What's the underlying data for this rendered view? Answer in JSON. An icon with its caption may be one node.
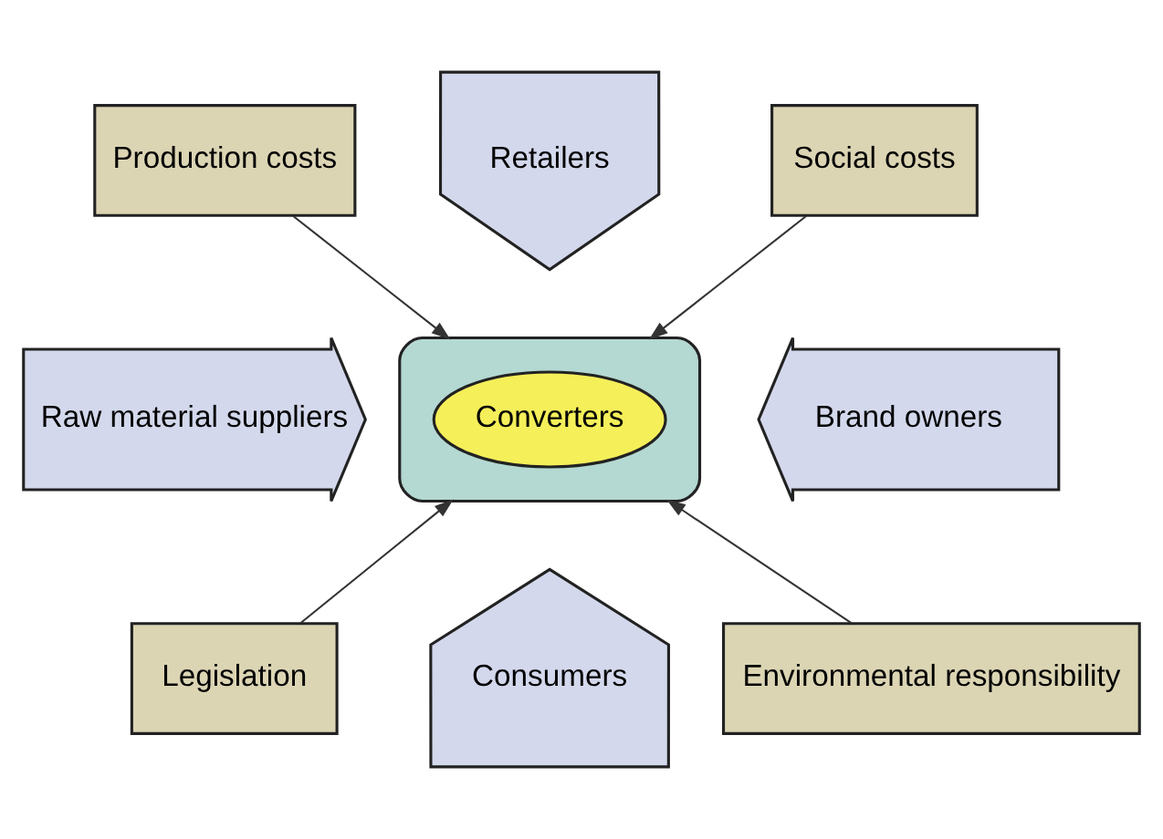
{
  "diagram": {
    "nodes": [
      {
        "text": [
          "Production costs"
        ]
      },
      {
        "text": [
          "Retailers"
        ]
      },
      {
        "text": [
          "Social costs"
        ]
      },
      {
        "text": [
          "Raw material suppliers"
        ]
      },
      {
        "text": [],
        "shape": "ellipse"
      },
      {
        "text": [
          "Converters"
        ],
        "in": 4
      },
      {
        "text": [
          "Brand owners"
        ]
      },
      {
        "text": [
          "Legislation"
        ]
      },
      {
        "text": [
          "Consumers"
        ]
      },
      {
        "text": [
          "Environmental responsibility"
        ]
      }
    ],
    "edges": [
      {
        "from": 0,
        "to": 4,
        "arrow": "to"
      },
      {
        "from": 2,
        "to": 4,
        "arrow": "to"
      },
      {
        "from": 7,
        "to": 4,
        "arrow": "to"
      },
      {
        "from": 9,
        "to": 4,
        "arrow": "to"
      }
    ]
  }
}
